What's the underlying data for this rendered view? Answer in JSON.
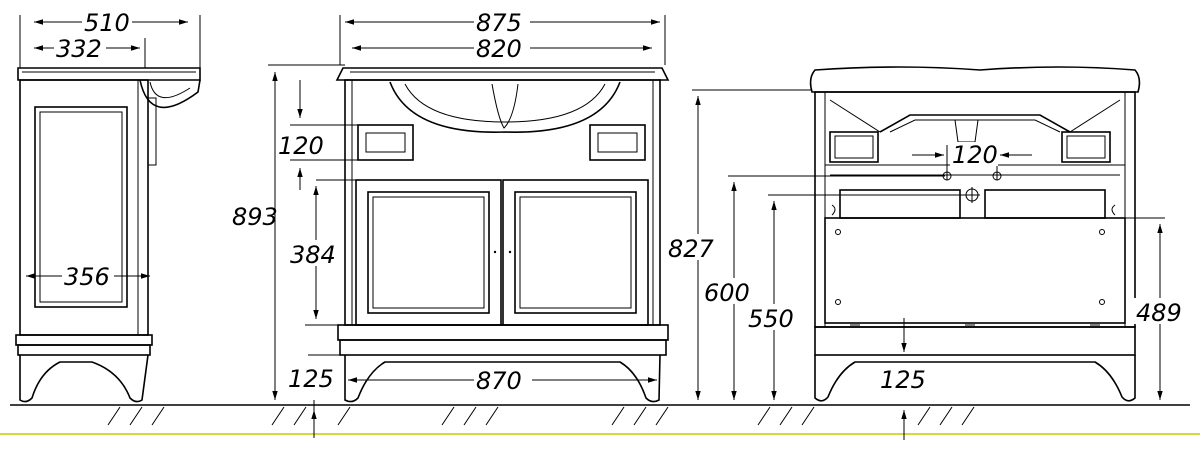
{
  "dimensions": {
    "side_total_depth": "510",
    "side_cabinet_depth": "332",
    "side_door_width": "356",
    "front_top_width": "875",
    "front_basin_width": "820",
    "front_total_height": "893",
    "front_drawer_height": "120",
    "front_door_height": "384",
    "front_leg_height": "125",
    "front_leg_span": "870",
    "back_height": "827",
    "back_pipe_spacing": "120",
    "back_pipe_height": "600",
    "back_drain_height": "550",
    "back_opening_height": "489",
    "back_leg_height": "125"
  },
  "colors": {
    "line": "#000000",
    "floor_line": "#c8c800",
    "background": "#ffffff"
  }
}
